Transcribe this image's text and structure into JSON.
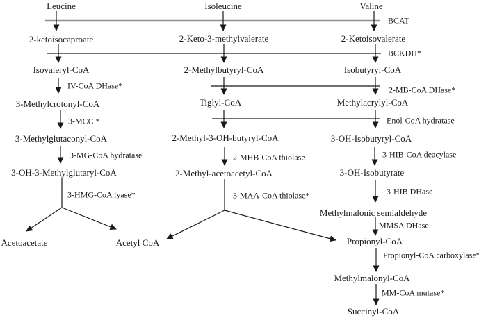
{
  "figure": {
    "type": "metabolic-pathway-diagram",
    "colors": {
      "background": "#ffffff",
      "text": "#1a1a1a",
      "arrow": "#1a1a1a",
      "bcat_line": "#909090"
    }
  },
  "shared": {
    "bcat": "BCAT",
    "bckdh": "BCKDH*",
    "mb_coa_dhase": "2-MB-CoA DHase*",
    "enol_coa_hydratase": "Enol-CoA hydratase"
  },
  "leu": {
    "amino_acid": "Leucine",
    "ketoacid": "2-ketoisocaproate",
    "acyl_coa": "Isovaleryl-CoA",
    "m3": "3-Methylcrotonyl-CoA",
    "m4": "3-Methylglutaconyl-CoA",
    "m5": "3-OH-3-Methylglutaryl-CoA",
    "e_dhase": "IV-CoA DHase*",
    "e_mcc": "3-MCC *",
    "e_hydratase": "3-MG-CoA hydratase",
    "e_lyase": "3-HMG-CoA lyase*",
    "product1": "Acetoacetate",
    "product2": "Acetyl CoA"
  },
  "ile": {
    "amino_acid": "Isoleucine",
    "ketoacid": "2-Keto-3-methylvalerate",
    "acyl_coa": "2-Methylbutyryl-CoA",
    "m3": "Tiglyl-CoA",
    "m4": "2-Methyl-3-OH-butyryl-CoA",
    "m5": "2-Methyl-acetoacetyl-CoA",
    "e_thiolase1": "2-MHB-CoA thiolase",
    "e_thiolase2": "3-MAA-CoA thiolase*"
  },
  "val": {
    "amino_acid": "Valine",
    "ketoacid": "2-Ketoisovalerate",
    "acyl_coa": "Isobutyryl-CoA",
    "m3": "Methylacrylyl-CoA",
    "m4": "3-OH-Isobutyryl-CoA",
    "m5": "3-OH-Isobutyrate",
    "m6": "Methylmalonic semialdehyde",
    "m7": "Propionyl-CoA",
    "m8": "Methylmalonyl-CoA",
    "m9": "Succinyl-CoA",
    "e_deacylase": "3-HIB-CoA deacylase",
    "e_dhase": "3-HIB DHase",
    "e_mmsa": "MMSA DHase",
    "e_carboxylase": "Propionyl-CoA carboxylase*",
    "e_mutase": "MM-CoA mutase*"
  }
}
